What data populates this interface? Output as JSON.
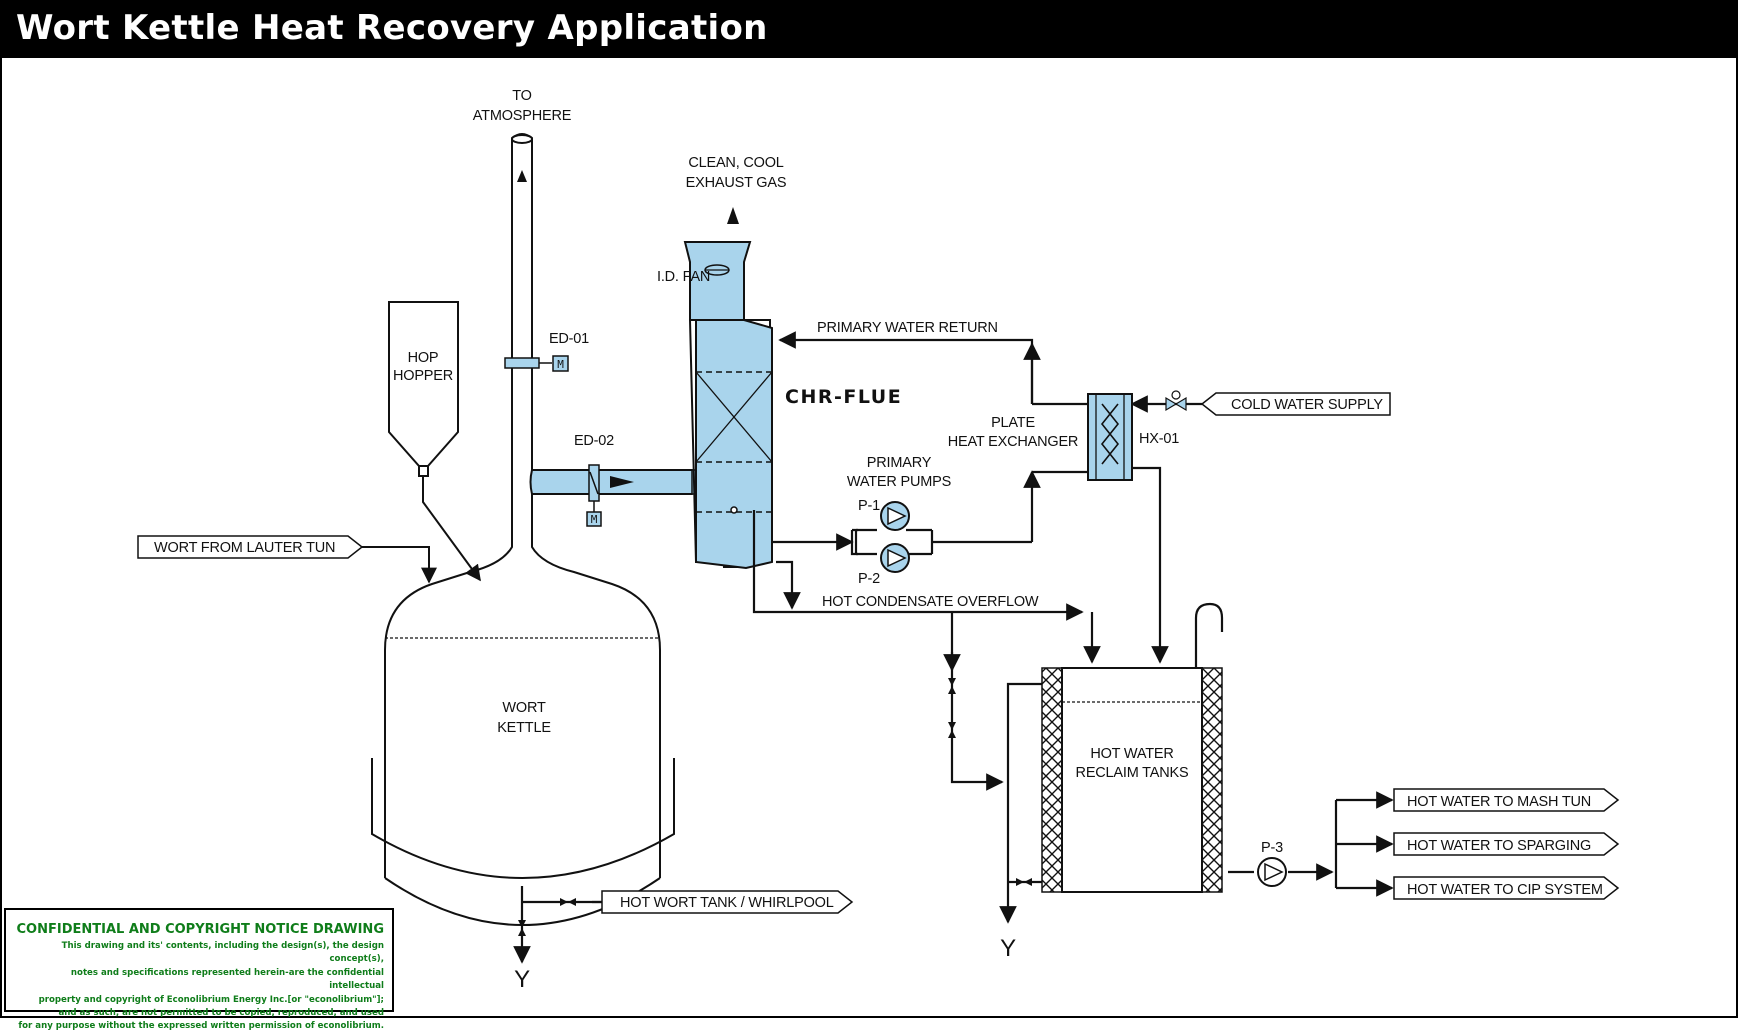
{
  "page": {
    "title": "Wort Kettle Heat Recovery Application"
  },
  "labels": {
    "to_atmosphere": [
      "TO",
      "ATMOSPHERE"
    ],
    "exhaust": [
      "CLEAN, COOL",
      "EXHAUST GAS"
    ],
    "id_fan": "I.D. FAN",
    "hop_hopper": [
      "HOP",
      "HOPPER"
    ],
    "ed01": "ED-01",
    "ed02": "ED-02",
    "chr_flue": "CHR-FLUE",
    "primary_water_return": "PRIMARY WATER RETURN",
    "plate_hx": [
      "PLATE",
      "HEAT EXCHANGER"
    ],
    "hx01": "HX-01",
    "cold_water_supply": "COLD WATER SUPPLY",
    "primary_pumps": [
      "PRIMARY",
      "WATER PUMPS"
    ],
    "p1": "P-1",
    "p2": "P-2",
    "p3": "P-3",
    "wort_from_lauter": "WORT FROM  LAUTER TUN",
    "hot_condensate": "HOT CONDENSATE OVERFLOW",
    "wort_kettle": [
      "WORT",
      "KETTLE"
    ],
    "reclaim_tanks": [
      "HOT WATER",
      "RECLAIM TANKS"
    ],
    "hot_wort_tank": "HOT WORT TANK / WHIRLPOOL",
    "to_mash": "HOT WATER TO MASH TUN",
    "to_sparging": "HOT WATER TO SPARGING",
    "to_cip": "HOT WATER TO CIP SYSTEM",
    "drain_symbol": "Y",
    "motor_symbol": "M"
  },
  "notice": {
    "title": "CONFIDENTIAL AND COPYRIGHT NOTICE DRAWING",
    "body": "This drawing and its' contents, including the design(s), the design concept(s),\nnotes and specifications represented herein-are the confidential intellectual\nproperty and copyright of Econolibrium Energy Inc.[or \"econolibrium\"];\nand as such, are not permitted to be copied, reproduced, and used\nfor any purpose without the expressed written permission of econolibrium."
  },
  "colors": {
    "equipment_fill": "#a9d4ec",
    "notice_text": "#0f7d1a",
    "title_bar": "#000000"
  }
}
